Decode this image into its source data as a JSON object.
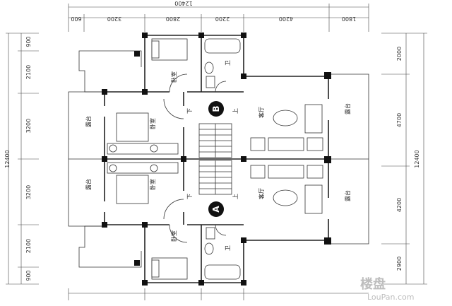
{
  "dimensions": {
    "top": [
      "600",
      "3200",
      "2800",
      "2200",
      "4200",
      "1800"
    ],
    "top_total": "12400",
    "left": [
      "900",
      "2100",
      "3200",
      "3200",
      "2100",
      "900"
    ],
    "left_total": "12400",
    "right": [
      "2000",
      "4700",
      "4200",
      "2900"
    ],
    "right_total": "12400"
  },
  "units": {
    "a_label": "A",
    "b_label": "B"
  },
  "rooms": {
    "terrace": "露台",
    "bedroom": "卧室",
    "bathroom": "卫",
    "living": "客厅",
    "up": "上",
    "down": "下"
  },
  "watermark": {
    "brand": "楼盘",
    "site": "LouPan.com"
  }
}
